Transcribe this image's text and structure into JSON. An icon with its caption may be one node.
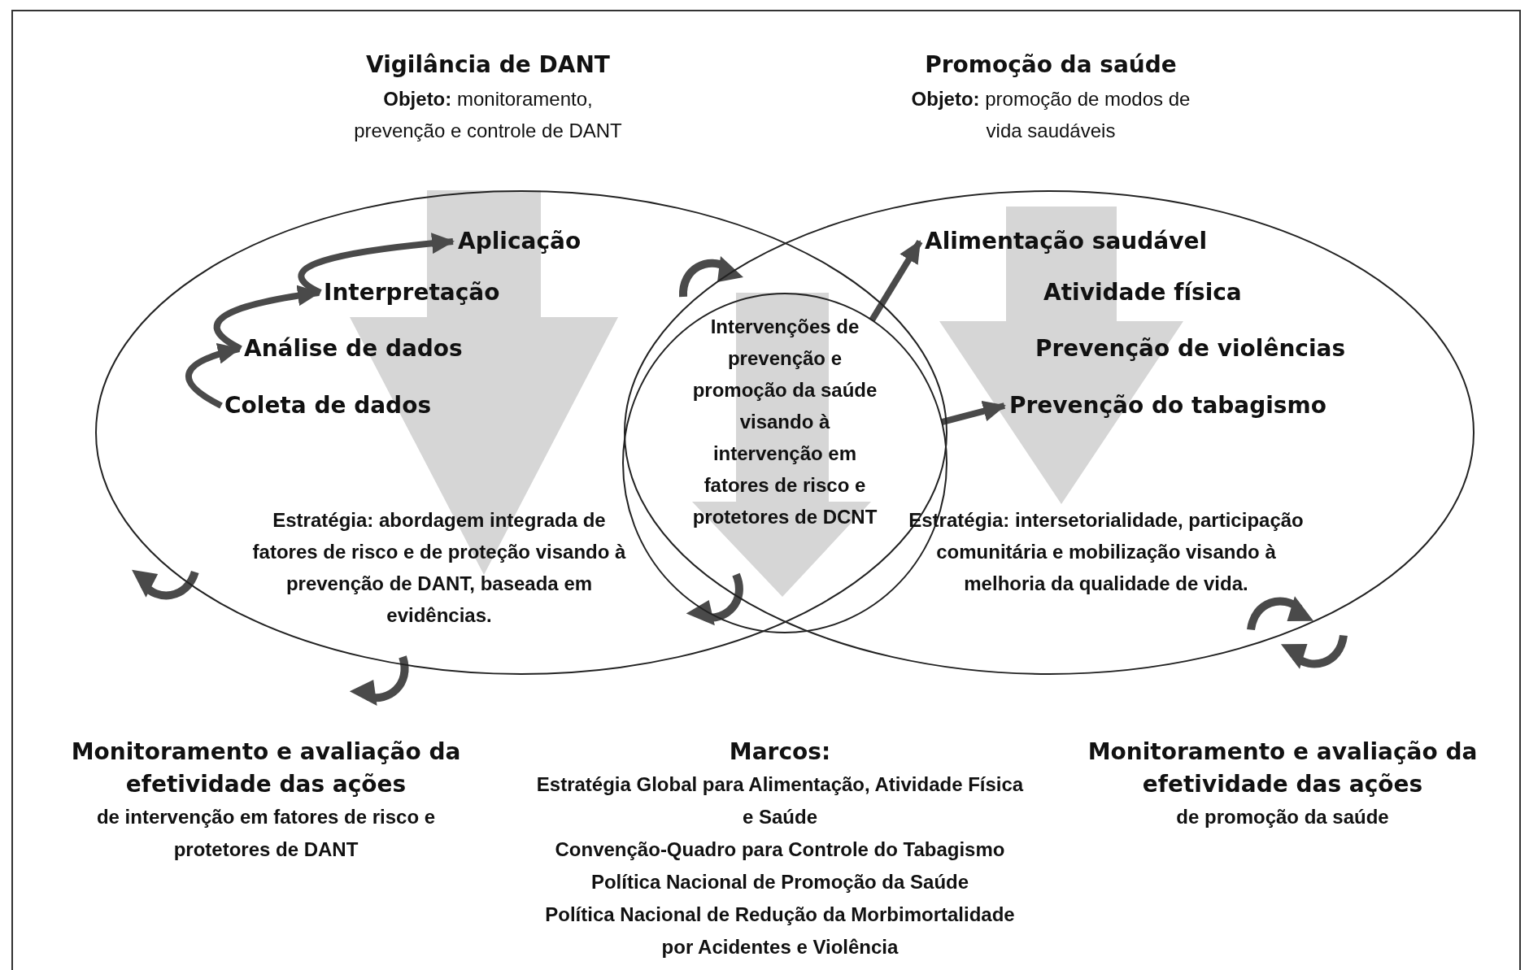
{
  "diagram": {
    "nodes": [
      {
        "text": [
          "Vigilância de DANT",
          "**Objeto:** monitoramento, prevenção e controle de DANT"
        ]
      },
      {
        "text": [
          "Aplicação"
        ],
        "in": 0
      },
      {
        "text": [
          "Interpretação"
        ],
        "in": 0
      },
      {
        "text": [
          "Análise de dados"
        ],
        "in": 0
      },
      {
        "text": [
          "Coleta de dados"
        ],
        "in": 0
      },
      {
        "text": [
          "Estratégia: abordagem integrada de fatores de risco e de proteção visando à prevenção de DANT, baseada em evidências."
        ],
        "in": 0
      },
      {
        "text": [
          "Intervenções de prevenção e promoção da saúde visando à intervenção em fatores de risco e protetores de DCNT"
        ]
      },
      {
        "text": [
          "Promoção da saúde",
          "**Objeto:** promoção de modos de vida saudáveis"
        ]
      },
      {
        "text": [
          "Alimentação saudável"
        ],
        "in": 7
      },
      {
        "text": [
          "Atividade física"
        ],
        "in": 7
      },
      {
        "text": [
          "Prevenção de violências"
        ],
        "in": 7
      },
      {
        "text": [
          "Prevenção do tabagismo"
        ],
        "in": 7
      },
      {
        "text": [
          "Estratégia: intersetorialidade, participação comunitária e mobilização visando à melhoria da qualidade de vida."
        ],
        "in": 7
      }
    ],
    "edges": [
      {
        "from": 4,
        "to": 3,
        "arrow": "to"
      },
      {
        "from": 3,
        "to": 2,
        "arrow": "to"
      },
      {
        "from": 2,
        "to": 1,
        "arrow": "to"
      },
      {
        "from": 6,
        "to": 8,
        "arrow": "to"
      },
      {
        "from": 6,
        "to": 11,
        "arrow": "to"
      },
      {
        "from": 1,
        "to": 5,
        "arrow": "to",
        "style": "thick",
        "color": "#d6d6d6"
      },
      {
        "from": 8,
        "to": 12,
        "arrow": "to",
        "style": "thick",
        "color": "#d6d6d6"
      }
    ],
    "labels": [
      "Monitoramento e avaliação da efetividade das ações",
      "de intervenção em fatores de risco e protetores de DANT",
      "Marcos:",
      "Estratégia Global para Alimentação, Atividade Física e Saúde",
      "Convenção-Quadro para Controle do Tabagismo",
      "Política Nacional de Promoção da Saúde",
      "Política Nacional de Redução da Morbimortalidade por Acidentes e Violência",
      "Monitoramento e avaliação da efetividade das ações",
      "de promoção da saúde"
    ]
  }
}
